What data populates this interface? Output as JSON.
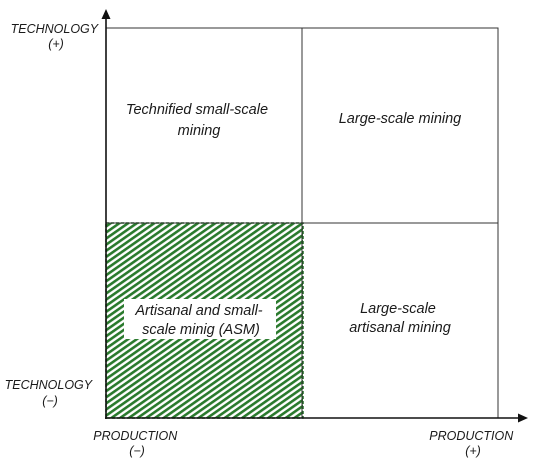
{
  "axes": {
    "y_top_line1": "TECHNOLOGY",
    "y_top_line2": "(+)",
    "y_bottom_line1": "TECHNOLOGY",
    "y_bottom_line2": "(−)",
    "x_left_line1": "PRODUCTION",
    "x_left_line2": "(−)",
    "x_right_line1": "PRODUCTION",
    "x_right_line2": "(+)"
  },
  "quadrants": {
    "top_left": {
      "line1": "Technified small-scale",
      "line2": "mining"
    },
    "top_right": {
      "line1": "Large-scale mining"
    },
    "bottom_left": {
      "line1": "Artisanal and small-",
      "line2": "scale minig (ASM)",
      "highlighted": true
    },
    "bottom_right": {
      "line1": "Large-scale",
      "line2": "artisanal mining"
    }
  },
  "colors": {
    "highlight_fill": "#2e7d32",
    "highlight_hatch": "#1b6b1f",
    "line": "#222222"
  }
}
